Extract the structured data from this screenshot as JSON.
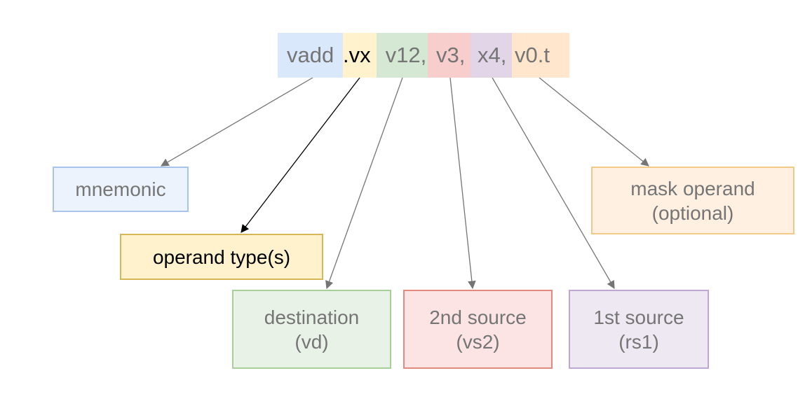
{
  "instruction": {
    "segments": [
      {
        "text": "vadd",
        "color": "#dae8fc"
      },
      {
        "text": ".vx",
        "color": "#fff2cc"
      },
      {
        "text": " v12,",
        "color": "#d5e8d4"
      },
      {
        "text": "v3,",
        "color": "#f8cecc"
      },
      {
        "text": "x4,",
        "color": "#e1d5e7"
      },
      {
        "text": "v0.t",
        "color": "#ffe6cc"
      }
    ]
  },
  "labels": {
    "mnemonic": {
      "line1": "mnemonic"
    },
    "operand_type": {
      "line1": "operand type(s)"
    },
    "destination": {
      "line1": "destination",
      "line2": "(vd)"
    },
    "second_source": {
      "line1": "2nd source",
      "line2": "(vs2)"
    },
    "first_source": {
      "line1": "1st source",
      "line2": "(rs1)"
    },
    "mask_operand": {
      "line1": "mask operand",
      "line2": "(optional)"
    }
  },
  "connections": [
    {
      "from": "vadd",
      "to": "mnemonic"
    },
    {
      "from": ".vx",
      "to": "operand type(s)"
    },
    {
      "from": "v12",
      "to": "destination"
    },
    {
      "from": "v3",
      "to": "2nd source"
    },
    {
      "from": "x4",
      "to": "1st source"
    },
    {
      "from": "v0.t",
      "to": "mask operand"
    }
  ],
  "colors": {
    "arrow": "#757575",
    "arrow_highlight": "#000000"
  }
}
